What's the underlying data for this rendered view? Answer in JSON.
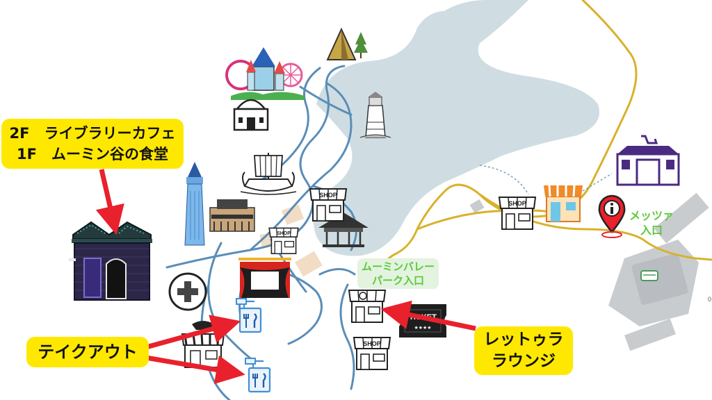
{
  "callouts": {
    "library_cafe_line1": "2F　ライブラリーカフェ",
    "library_cafe_line2": "1F　ムーミン谷の食堂",
    "takeout": "テイクアウト",
    "lettura_line1": "レットゥラ",
    "lettura_line2": "ラウンジ"
  },
  "entrances": {
    "moomin_valley_line1": "ムーミンバレー",
    "moomin_valley_line2": "パーク入口",
    "metsa_line1": "メッツァ",
    "metsa_line2": "入口"
  },
  "signs": {
    "shop": "SHOP",
    "ticket": "TICKET"
  },
  "edge_mark": "0",
  "icons": [
    "camping-tent-icon",
    "amusement-park-icon",
    "observatory-icon",
    "lighthouse-icon",
    "viking-ship-icon",
    "galata-tower-icon",
    "museum-building-icon",
    "shop-icon",
    "pavilion-icon",
    "theater-icon",
    "first-aid-icon",
    "takeout-food-icon",
    "restaurant-icon",
    "ticket-icon",
    "supermarket-icon",
    "cafe-store-icon",
    "info-pin-icon",
    "bus-icon",
    "arrow-icon"
  ],
  "colors": {
    "lake": "#cfdde2",
    "path_blue": "#5a8db8",
    "path_gold": "#d9b12a",
    "callout_yellow": "#ffe800",
    "arrow_red": "#e8212c",
    "entrance_green": "#5cc93a",
    "entrance_pill": "#e3f3e0",
    "building_gray": "#c9cccf",
    "plaza_beige": "#f2dcc4",
    "market_purple": "#4b2a82"
  }
}
